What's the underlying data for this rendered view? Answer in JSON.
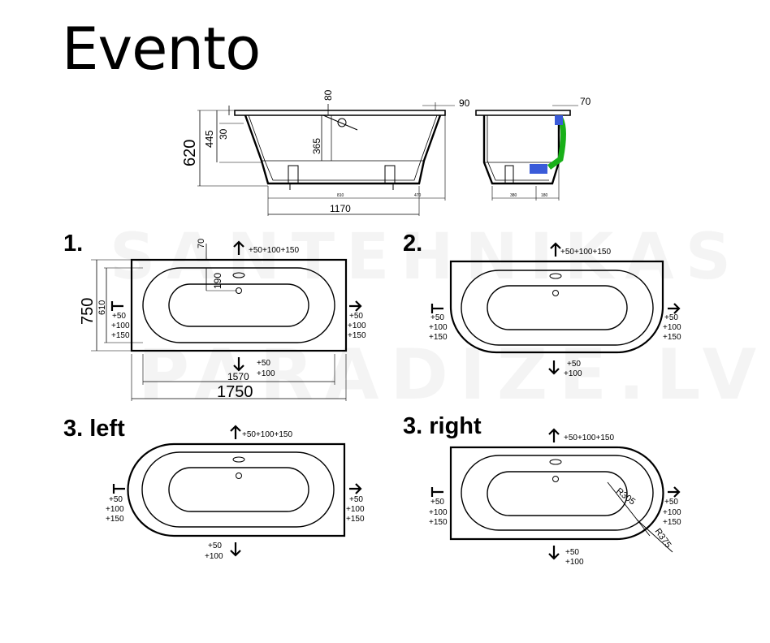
{
  "title": "Evento",
  "watermark": {
    "line1": "SANTEHNIKAS",
    "line2": "PARADIZE.LV"
  },
  "side_view": {
    "dims": {
      "d80": "80",
      "d90": "90",
      "d70": "70",
      "d620": "620",
      "d445": "445",
      "d30": "30",
      "d365": "365",
      "d1170": "1170",
      "d810": "810",
      "d470": "470",
      "d380": "380",
      "d180": "180"
    }
  },
  "variants": [
    {
      "label": "1.",
      "top_adj": "+50+100+150",
      "left_adj": [
        "+50",
        "+100",
        "+150"
      ],
      "right_adj": [
        "+50",
        "+100",
        "+150"
      ],
      "bottom_adj": [
        "+50",
        "+100"
      ],
      "dims": {
        "d70": "70",
        "d190": "190",
        "d750": "750",
        "d610": "610",
        "d1570": "1570",
        "d1750": "1750"
      }
    },
    {
      "label": "2.",
      "top_adj": "+50+100+150",
      "left_adj": [
        "+50",
        "+100",
        "+150"
      ],
      "right_adj": [
        "+50",
        "+100",
        "+150"
      ],
      "bottom_adj": [
        "+50",
        "+100"
      ]
    },
    {
      "label": "3. left",
      "top_adj": "+50+100+150",
      "left_adj": [
        "+50",
        "+100",
        "+150"
      ],
      "right_adj": [
        "+50",
        "+100",
        "+150"
      ],
      "bottom_adj": [
        "+50",
        "+100"
      ]
    },
    {
      "label": "3. right",
      "top_adj": "+50+100+150",
      "left_adj": [
        "+50",
        "+100",
        "+150"
      ],
      "right_adj": [
        "+50",
        "+100",
        "+150"
      ],
      "bottom_adj": [
        "+50",
        "+100"
      ],
      "dims": {
        "r305": "R305",
        "r375": "R375"
      }
    }
  ]
}
